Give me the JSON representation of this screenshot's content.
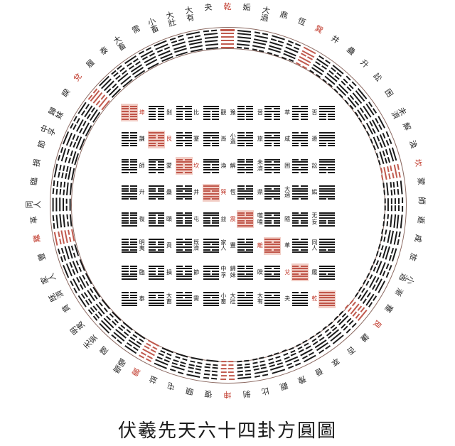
{
  "title": "伏羲先天六十四卦方圓圖",
  "colors": {
    "accent_red": "#c0392b",
    "hexagram_red_fill": "#f2cdc5",
    "ring_stroke": "#8c6a62",
    "line_black": "#1a1a1a",
    "background": "#ffffff"
  },
  "square": {
    "name": "方圖",
    "rows": 8,
    "cols": 8,
    "grid": [
      [
        {
          "name": "坤",
          "code": "000000",
          "highlight": true
        },
        {
          "name": "剝",
          "code": "000001",
          "highlight": false
        },
        {
          "name": "比",
          "code": "000010",
          "highlight": false
        },
        {
          "name": "觀",
          "code": "000011",
          "highlight": false
        },
        {
          "name": "豫",
          "code": "000100",
          "highlight": false
        },
        {
          "name": "晉",
          "code": "000101",
          "highlight": false
        },
        {
          "name": "萃",
          "code": "000110",
          "highlight": false
        },
        {
          "name": "否",
          "code": "000111",
          "highlight": false
        }
      ],
      [
        {
          "name": "謙",
          "code": "001000",
          "highlight": false
        },
        {
          "name": "艮",
          "code": "001001",
          "highlight": true
        },
        {
          "name": "蹇",
          "code": "001010",
          "highlight": false
        },
        {
          "name": "漸",
          "code": "001011",
          "highlight": false
        },
        {
          "name": "小過",
          "code": "001100",
          "highlight": false
        },
        {
          "name": "旅",
          "code": "001101",
          "highlight": false
        },
        {
          "name": "咸",
          "code": "001110",
          "highlight": false
        },
        {
          "name": "遯",
          "code": "001111",
          "highlight": false
        }
      ],
      [
        {
          "name": "師",
          "code": "010000",
          "highlight": false
        },
        {
          "name": "蒙",
          "code": "010001",
          "highlight": false
        },
        {
          "name": "坎",
          "code": "010010",
          "highlight": true
        },
        {
          "name": "渙",
          "code": "010011",
          "highlight": false
        },
        {
          "name": "解",
          "code": "010100",
          "highlight": false
        },
        {
          "name": "未濟",
          "code": "010101",
          "highlight": false
        },
        {
          "name": "困",
          "code": "010110",
          "highlight": false
        },
        {
          "name": "訟",
          "code": "010111",
          "highlight": false
        }
      ],
      [
        {
          "name": "升",
          "code": "011000",
          "highlight": false
        },
        {
          "name": "蠱",
          "code": "011001",
          "highlight": false
        },
        {
          "name": "井",
          "code": "011010",
          "highlight": false
        },
        {
          "name": "巽",
          "code": "011011",
          "highlight": true
        },
        {
          "name": "恆",
          "code": "011100",
          "highlight": false
        },
        {
          "name": "鼎",
          "code": "011101",
          "highlight": false
        },
        {
          "name": "大過",
          "code": "011110",
          "highlight": false
        },
        {
          "name": "姤",
          "code": "011111",
          "highlight": false
        }
      ],
      [
        {
          "name": "復",
          "code": "100000",
          "highlight": false
        },
        {
          "name": "頤",
          "code": "100001",
          "highlight": false
        },
        {
          "name": "屯",
          "code": "100010",
          "highlight": false
        },
        {
          "name": "益",
          "code": "100011",
          "highlight": false
        },
        {
          "name": "震",
          "code": "100100",
          "highlight": true
        },
        {
          "name": "噬嗑",
          "code": "100101",
          "highlight": false
        },
        {
          "name": "隨",
          "code": "100110",
          "highlight": false
        },
        {
          "name": "无妄",
          "code": "100111",
          "highlight": false
        }
      ],
      [
        {
          "name": "明夷",
          "code": "101000",
          "highlight": false
        },
        {
          "name": "賁",
          "code": "101001",
          "highlight": false
        },
        {
          "name": "既濟",
          "code": "101010",
          "highlight": false
        },
        {
          "name": "家人",
          "code": "101011",
          "highlight": false
        },
        {
          "name": "豐",
          "code": "101100",
          "highlight": false
        },
        {
          "name": "離",
          "code": "101101",
          "highlight": true
        },
        {
          "name": "革",
          "code": "101110",
          "highlight": false
        },
        {
          "name": "同人",
          "code": "101111",
          "highlight": false
        }
      ],
      [
        {
          "name": "臨",
          "code": "110000",
          "highlight": false
        },
        {
          "name": "損",
          "code": "110001",
          "highlight": false
        },
        {
          "name": "節",
          "code": "110010",
          "highlight": false
        },
        {
          "name": "中孚",
          "code": "110011",
          "highlight": false
        },
        {
          "name": "歸妹",
          "code": "110100",
          "highlight": false
        },
        {
          "name": "睽",
          "code": "110101",
          "highlight": false
        },
        {
          "name": "兌",
          "code": "110110",
          "highlight": true
        },
        {
          "name": "履",
          "code": "110111",
          "highlight": false
        }
      ],
      [
        {
          "name": "泰",
          "code": "111000",
          "highlight": false
        },
        {
          "name": "大畜",
          "code": "111001",
          "highlight": false
        },
        {
          "name": "需",
          "code": "111010",
          "highlight": false
        },
        {
          "name": "小畜",
          "code": "111011",
          "highlight": false
        },
        {
          "name": "大壯",
          "code": "111100",
          "highlight": false
        },
        {
          "name": "大有",
          "code": "111101",
          "highlight": false
        },
        {
          "name": "夬",
          "code": "111110",
          "highlight": false
        },
        {
          "name": "乾",
          "code": "111111",
          "highlight": true
        }
      ]
    ]
  },
  "circle": {
    "name": "圓圖",
    "count": 64,
    "start_angle_deg": -90,
    "direction": "counterclockwise",
    "items": [
      {
        "name": "乾",
        "code": "111111",
        "highlight": true
      },
      {
        "name": "夬",
        "code": "111110",
        "highlight": false
      },
      {
        "name": "大有",
        "code": "111101",
        "highlight": false
      },
      {
        "name": "大壯",
        "code": "111100",
        "highlight": false
      },
      {
        "name": "小畜",
        "code": "111011",
        "highlight": false
      },
      {
        "name": "需",
        "code": "111010",
        "highlight": false
      },
      {
        "name": "大畜",
        "code": "111001",
        "highlight": false
      },
      {
        "name": "泰",
        "code": "111000",
        "highlight": false
      },
      {
        "name": "履",
        "code": "110111",
        "highlight": false
      },
      {
        "name": "兌",
        "code": "110110",
        "highlight": true
      },
      {
        "name": "睽",
        "code": "110101",
        "highlight": false
      },
      {
        "name": "歸妹",
        "code": "110100",
        "highlight": false
      },
      {
        "name": "中孚",
        "code": "110011",
        "highlight": false
      },
      {
        "name": "節",
        "code": "110010",
        "highlight": false
      },
      {
        "name": "損",
        "code": "110001",
        "highlight": false
      },
      {
        "name": "臨",
        "code": "110000",
        "highlight": false
      },
      {
        "name": "同人",
        "code": "101111",
        "highlight": false
      },
      {
        "name": "革",
        "code": "101110",
        "highlight": false
      },
      {
        "name": "離",
        "code": "101101",
        "highlight": true
      },
      {
        "name": "豐",
        "code": "101100",
        "highlight": false
      },
      {
        "name": "家人",
        "code": "101011",
        "highlight": false
      },
      {
        "name": "既濟",
        "code": "101010",
        "highlight": false
      },
      {
        "name": "賁",
        "code": "101001",
        "highlight": false
      },
      {
        "name": "明夷",
        "code": "101000",
        "highlight": false
      },
      {
        "name": "无妄",
        "code": "100111",
        "highlight": false
      },
      {
        "name": "隨",
        "code": "100110",
        "highlight": false
      },
      {
        "name": "噬嗑",
        "code": "100101",
        "highlight": false
      },
      {
        "name": "震",
        "code": "100100",
        "highlight": true
      },
      {
        "name": "益",
        "code": "100011",
        "highlight": false
      },
      {
        "name": "屯",
        "code": "100010",
        "highlight": false
      },
      {
        "name": "頤",
        "code": "100001",
        "highlight": false
      },
      {
        "name": "復",
        "code": "100000",
        "highlight": false
      },
      {
        "name": "坤",
        "code": "000000",
        "highlight": true
      },
      {
        "name": "剝",
        "code": "000001",
        "highlight": false
      },
      {
        "name": "比",
        "code": "000010",
        "highlight": false
      },
      {
        "name": "觀",
        "code": "000011",
        "highlight": false
      },
      {
        "name": "豫",
        "code": "000100",
        "highlight": false
      },
      {
        "name": "晉",
        "code": "000101",
        "highlight": false
      },
      {
        "name": "萃",
        "code": "000110",
        "highlight": false
      },
      {
        "name": "否",
        "code": "000111",
        "highlight": false
      },
      {
        "name": "謙",
        "code": "001000",
        "highlight": false
      },
      {
        "name": "艮",
        "code": "001001",
        "highlight": true
      },
      {
        "name": "蹇",
        "code": "001010",
        "highlight": false
      },
      {
        "name": "漸",
        "code": "001011",
        "highlight": false
      },
      {
        "name": "小過",
        "code": "001100",
        "highlight": false
      },
      {
        "name": "旅",
        "code": "001101",
        "highlight": false
      },
      {
        "name": "咸",
        "code": "001110",
        "highlight": false
      },
      {
        "name": "遯",
        "code": "001111",
        "highlight": false
      },
      {
        "name": "師",
        "code": "010000",
        "highlight": false
      },
      {
        "name": "蒙",
        "code": "010001",
        "highlight": false
      },
      {
        "name": "坎",
        "code": "010010",
        "highlight": true
      },
      {
        "name": "渙",
        "code": "010011",
        "highlight": false
      },
      {
        "name": "解",
        "code": "010100",
        "highlight": false
      },
      {
        "name": "未濟",
        "code": "010101",
        "highlight": false
      },
      {
        "name": "困",
        "code": "010110",
        "highlight": false
      },
      {
        "name": "訟",
        "code": "010111",
        "highlight": false
      },
      {
        "name": "升",
        "code": "011000",
        "highlight": false
      },
      {
        "name": "蠱",
        "code": "011001",
        "highlight": false
      },
      {
        "name": "井",
        "code": "011010",
        "highlight": false
      },
      {
        "name": "巽",
        "code": "011011",
        "highlight": true
      },
      {
        "name": "恆",
        "code": "011100",
        "highlight": false
      },
      {
        "name": "鼎",
        "code": "011101",
        "highlight": false
      },
      {
        "name": "大過",
        "code": "011110",
        "highlight": false
      },
      {
        "name": "姤",
        "code": "011111",
        "highlight": false
      }
    ]
  }
}
